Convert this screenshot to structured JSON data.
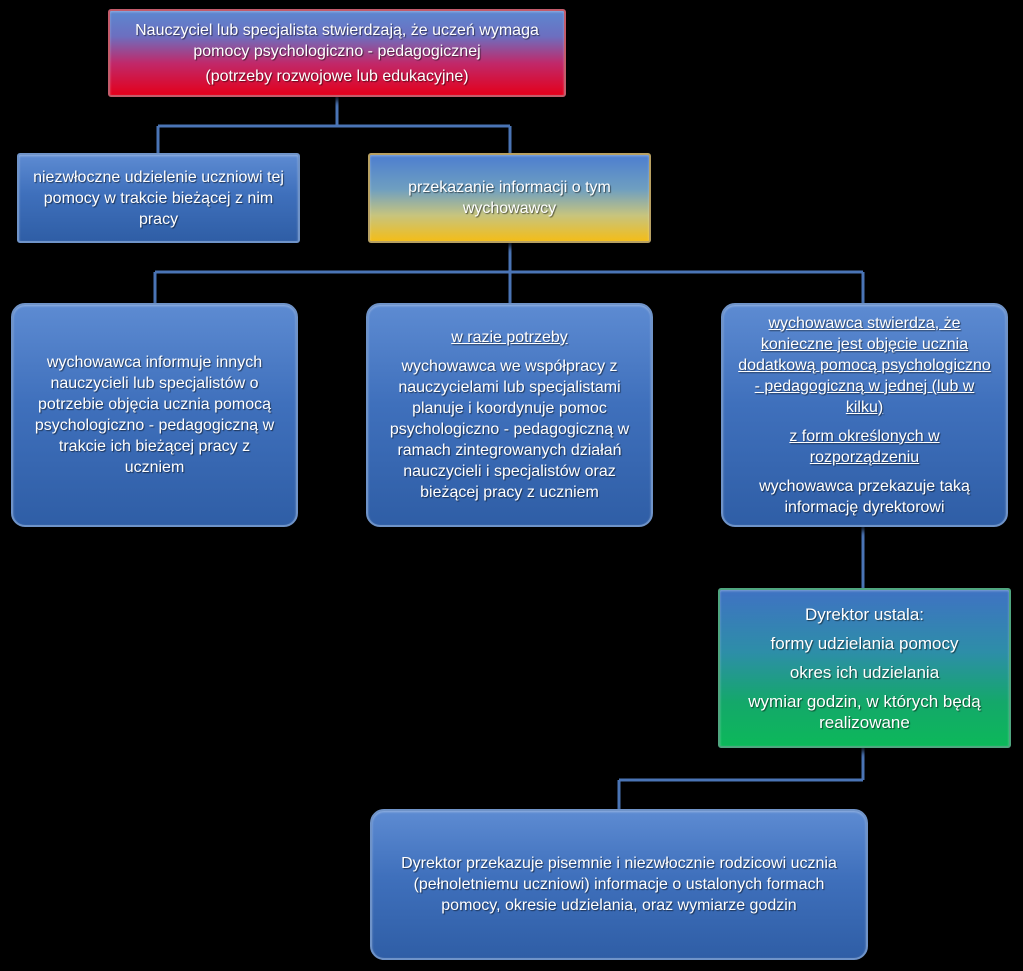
{
  "top_box": {
    "line1": "Nauczyciel lub specjalista stwierdzają, że uczeń wymaga pomocy psychologiczno - pedagogicznej",
    "line2": "(potrzeby rozwojowe lub edukacyjne)"
  },
  "immediate_box": {
    "text": "niezwłoczne udzielenie uczniowi tej pomocy w trakcie bieżącej z nim pracy"
  },
  "inform_box": {
    "text": "przekazanie informacji o tym wychowawcy"
  },
  "left_box": {
    "text": "wychowawca informuje innych nauczycieli lub specjalistów o potrzebie objęcia ucznia pomocą psychologiczno - pedagogiczną w trakcie ich bieżącej pracy z uczniem"
  },
  "middle_box": {
    "heading": "w razie potrzeby",
    "text": "wychowawca we współpracy z nauczycielami lub specjalistami planuje i koordynuje pomoc psychologiczno - pedagogiczną w ramach zintegrowanych działań nauczycieli i specjalistów oraz bieżącej pracy z uczniem"
  },
  "right_box": {
    "heading": "wychowawca stwierdza, że konieczne jest objęcie ucznia dodatkową pomocą psychologiczno - pedagogiczną w jednej (lub w kilku)",
    "heading2": "z form określonych w rozporządzeniu",
    "text": "wychowawca przekazuje taką informację dyrektorowi"
  },
  "director_box": {
    "title": "Dyrektor ustala:",
    "item1": "formy udzielania pomocy",
    "item2": "okres ich udzielania",
    "item3": "wymiar godzin, w których będą realizowane"
  },
  "final_box": {
    "text": "Dyrektor przekazuje pisemnie i niezwłocznie rodzicowi ucznia (pełnoletniemu uczniowi) informacje o ustalonych formach pomocy, okresie udzielania, oraz wymiarze godzin"
  },
  "colors": {
    "background": "#000000",
    "connector": "#4a74b5",
    "box_blue": "#3f70bc",
    "accent_red": "#e3001b",
    "accent_yellow": "#f3bd19",
    "accent_green": "#0cb85a"
  }
}
